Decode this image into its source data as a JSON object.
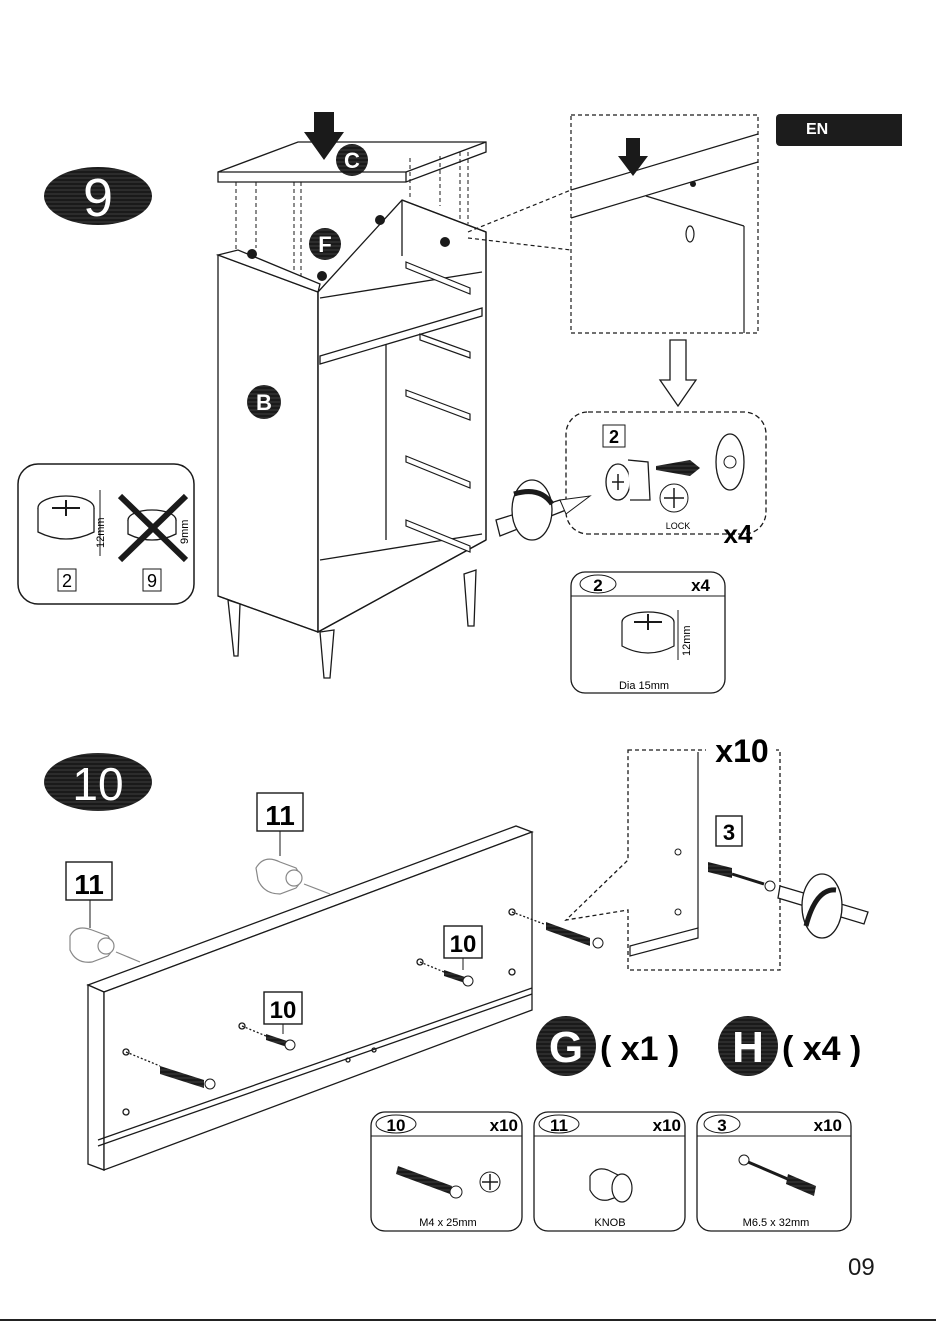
{
  "language_tab": "EN",
  "page_number": "09",
  "step9": {
    "step_number": "9",
    "labels": {
      "top_panel": "C",
      "fitting": "F",
      "body": "B"
    },
    "cam_check": {
      "correct_size": "12mm",
      "wrong_size": "9mm",
      "correct_part": "2",
      "wrong_part": "9"
    },
    "tighten": {
      "part": "2",
      "lock": "LOCK",
      "qty": "x4"
    },
    "part_card": {
      "part": "2",
      "qty": "x4",
      "size": "12mm",
      "caption": "Dia 15mm"
    }
  },
  "step10": {
    "step_number": "10",
    "knob_parts": [
      "11",
      "11"
    ],
    "screw_parts": [
      "10",
      "10"
    ],
    "detail": {
      "qty": "x10",
      "part": "3"
    },
    "panels": [
      {
        "letter": "G",
        "qty": "( x1 )"
      },
      {
        "letter": "H",
        "qty": "( x4 )"
      }
    ],
    "part_cards": [
      {
        "part": "10",
        "qty": "x10",
        "caption": "M4 x 25mm"
      },
      {
        "part": "11",
        "qty": "x10",
        "caption": "KNOB"
      },
      {
        "part": "3",
        "qty": "x10",
        "caption": "M6.5 x 32mm"
      }
    ]
  }
}
